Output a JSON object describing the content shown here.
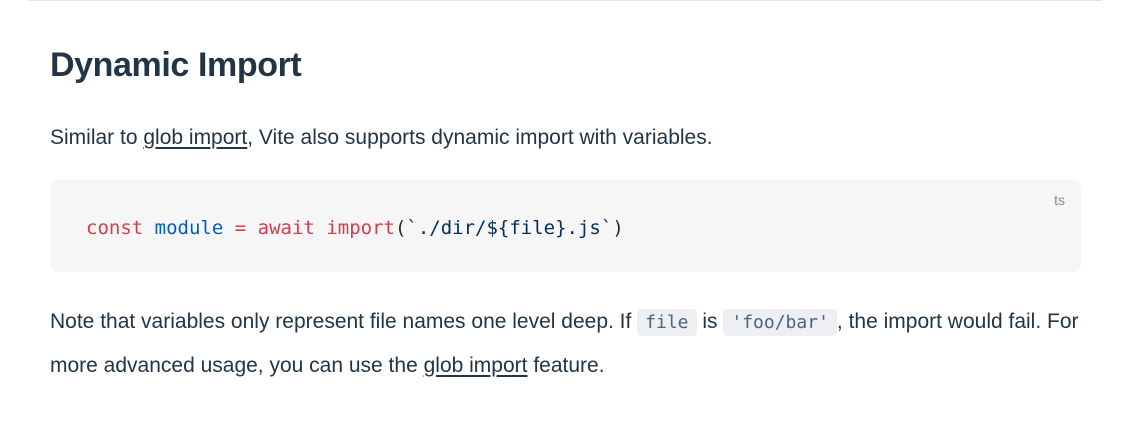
{
  "heading": "Dynamic Import",
  "intro": {
    "pre": "Similar to ",
    "link_label": "glob import",
    "post": ", Vite also supports dynamic import with variables."
  },
  "code": {
    "lang": "ts",
    "source": "const module = await import(`./dir/${file}.js`)",
    "tokens": [
      {
        "text": "const",
        "type": "keyword"
      },
      {
        "text": " ",
        "type": "plain"
      },
      {
        "text": "module",
        "type": "variable"
      },
      {
        "text": " ",
        "type": "plain"
      },
      {
        "text": "=",
        "type": "keyword"
      },
      {
        "text": " ",
        "type": "plain"
      },
      {
        "text": "await",
        "type": "keyword"
      },
      {
        "text": " ",
        "type": "plain"
      },
      {
        "text": "import",
        "type": "keyword"
      },
      {
        "text": "(",
        "type": "punctuation"
      },
      {
        "text": "`./dir/${file}.js`",
        "type": "string"
      },
      {
        "text": ")",
        "type": "punctuation"
      }
    ]
  },
  "note": {
    "part1": "Note that variables only represent file names one level deep. If ",
    "inline_code_1": "file",
    "part2": " is ",
    "inline_code_2": "'foo/bar'",
    "part3": ", the import would fail. For more advanced usage, you can use the ",
    "link_label": "glob import",
    "part4": " feature."
  },
  "colors": {
    "text": "#213547",
    "heading": "#213547",
    "link": "#213547",
    "divider": "#e2e2e3",
    "code-block-bg": "#f6f6f7",
    "inline-code-bg": "#edeff2",
    "inline-code-text": "#476582",
    "lang-label": "#888888",
    "syntax-keyword": "#d73a49",
    "syntax-variable": "#005cc5",
    "syntax-string": "#032f62",
    "syntax-punctuation": "#24292e"
  }
}
